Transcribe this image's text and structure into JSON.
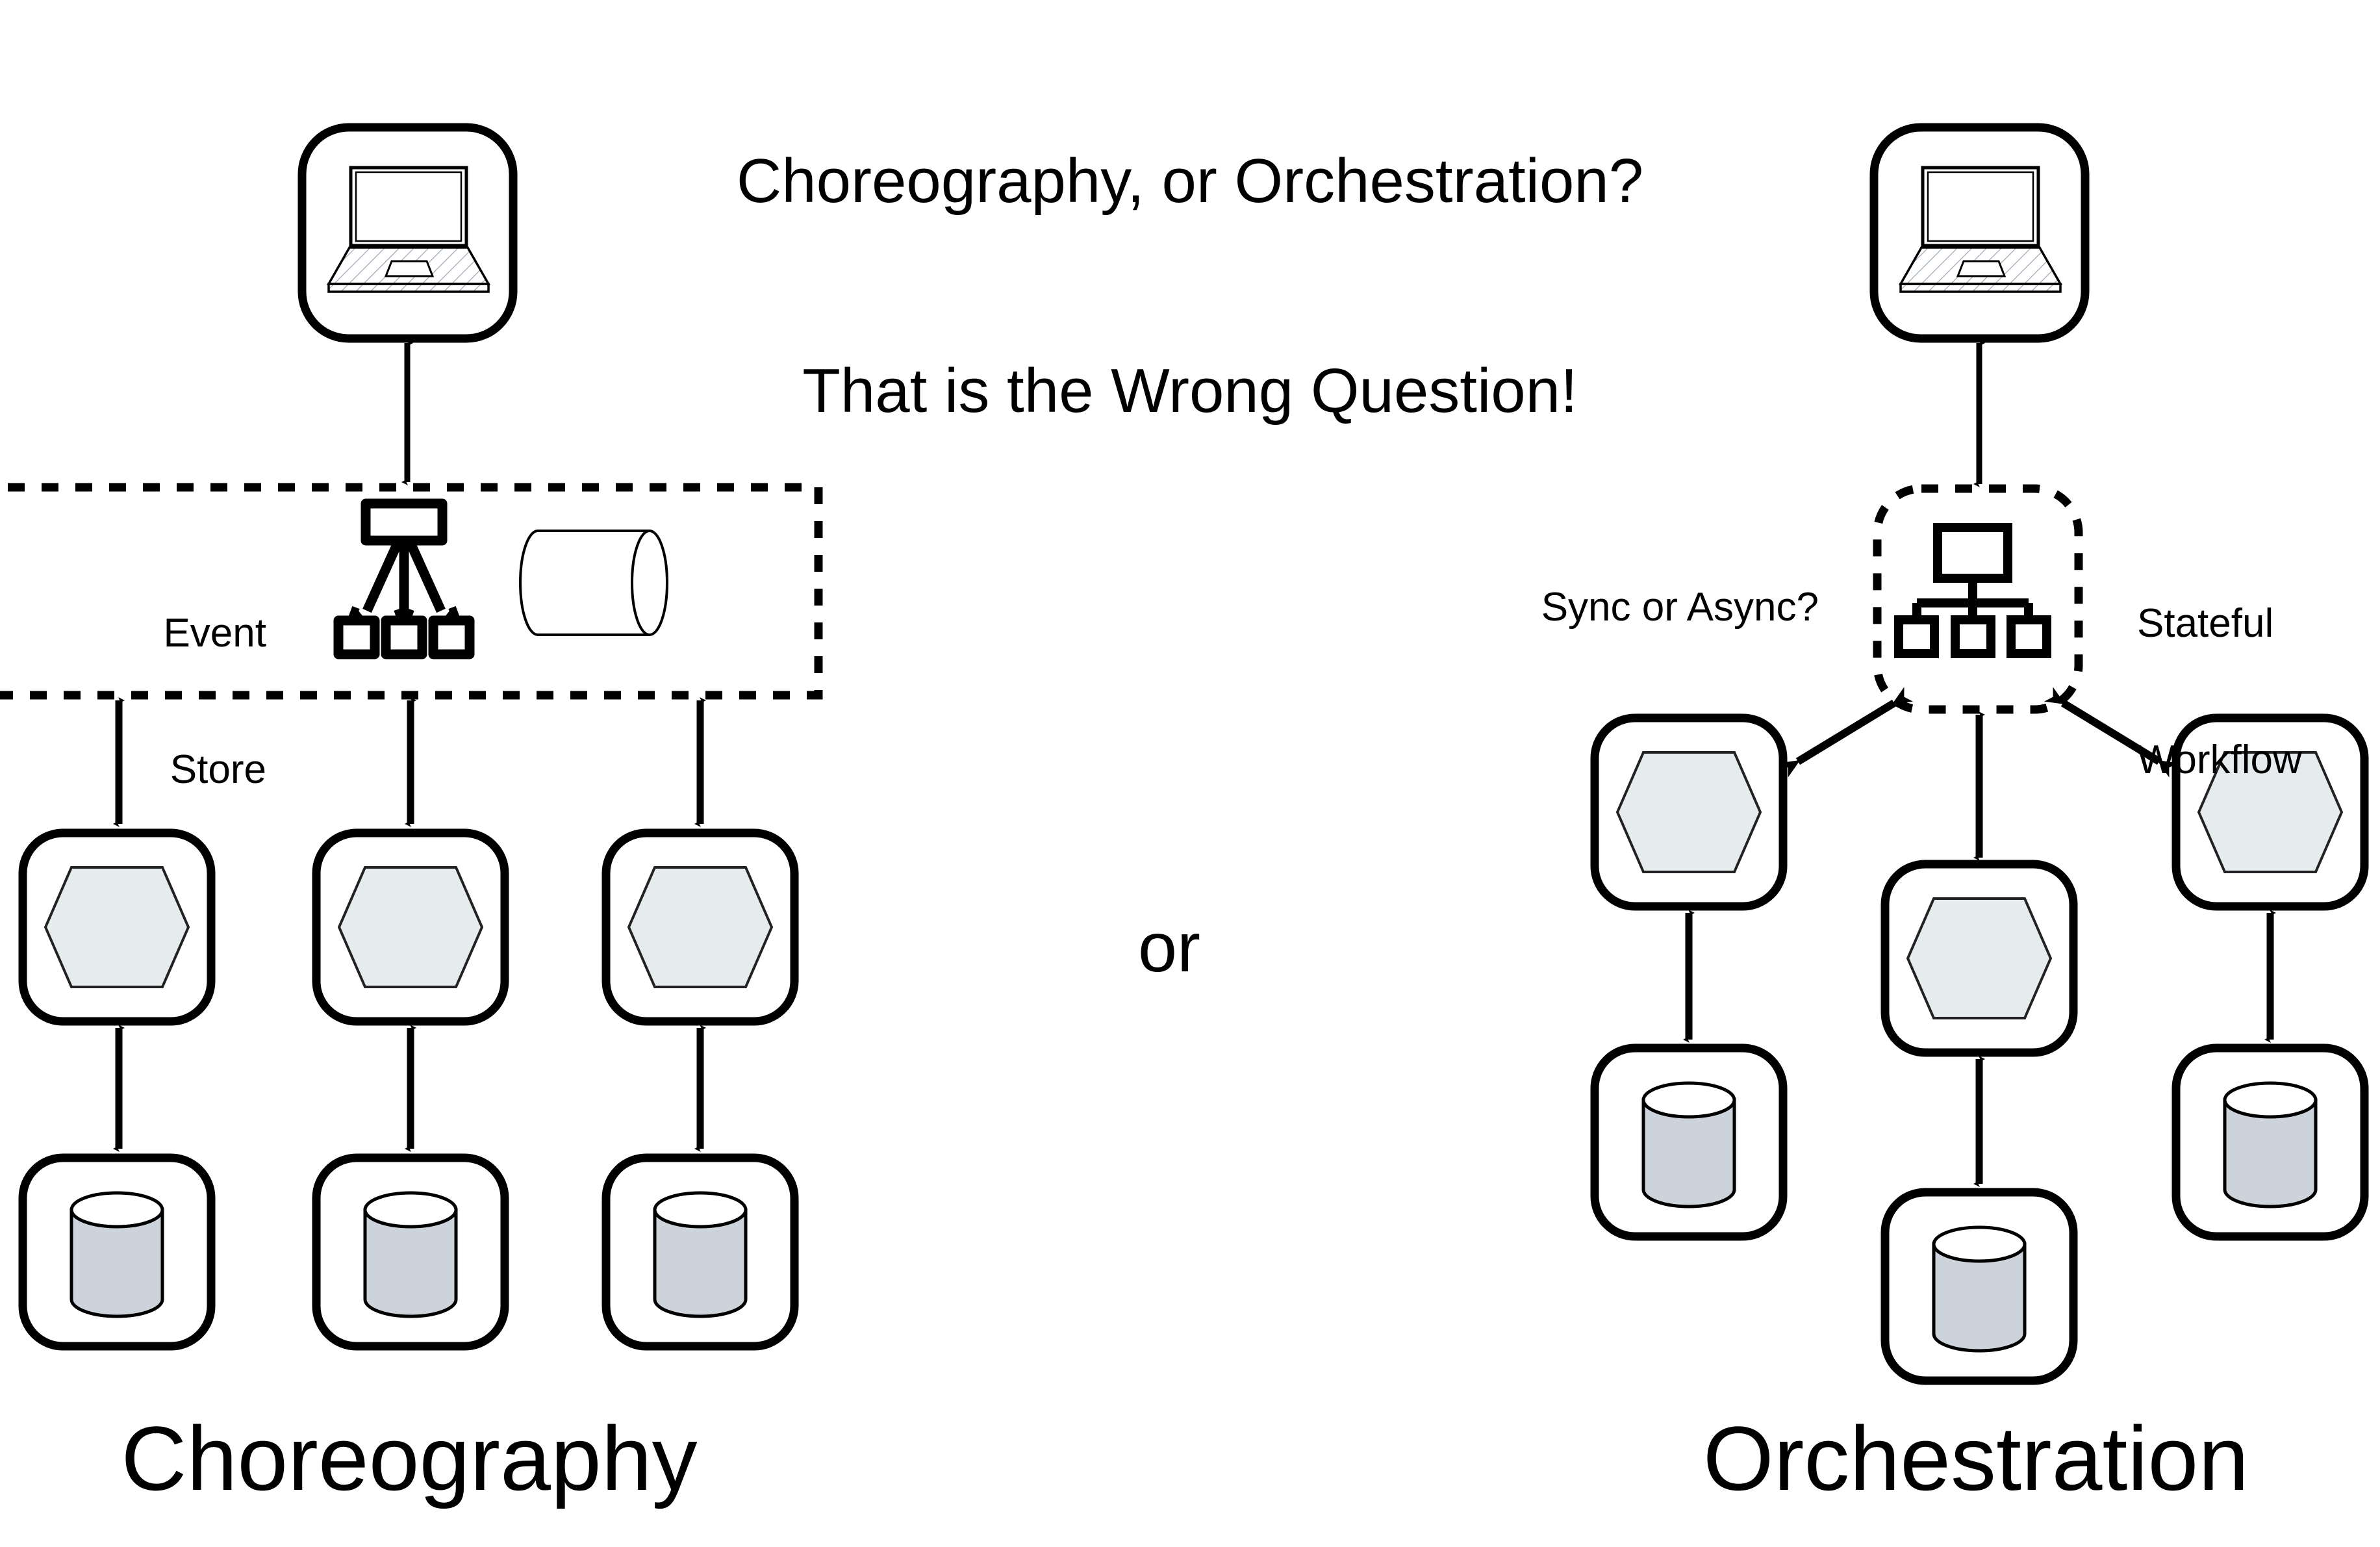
{
  "diagram": {
    "title_line1": "Choreography, or Orchestration?",
    "title_line2": "That is the Wrong Question!",
    "divider_word": "or",
    "colors": {
      "stroke": "#000000",
      "background": "#ffffff",
      "hexagon_fill": "#e6ebed",
      "cylinder_fill": "#ccd3db",
      "laptop_hatch": "#9aa6b5"
    }
  },
  "left_panel": {
    "caption": "Choreography",
    "client": {
      "icon": "laptop-icon",
      "label": ""
    },
    "event_store": {
      "label_line1": "Event",
      "label_line2": "Store",
      "icons": [
        "broadcast-fanout-icon",
        "horizontal-cylinder-icon"
      ],
      "border_style": "dashed"
    },
    "services": [
      {
        "icon": "hexagon-service-icon"
      },
      {
        "icon": "hexagon-service-icon"
      },
      {
        "icon": "hexagon-service-icon"
      }
    ],
    "databases": [
      {
        "icon": "database-cylinder-icon"
      },
      {
        "icon": "database-cylinder-icon"
      },
      {
        "icon": "database-cylinder-icon"
      }
    ]
  },
  "right_panel": {
    "caption": "Orchestration",
    "client": {
      "icon": "laptop-icon",
      "label": ""
    },
    "orchestrator": {
      "icon": "hierarchy-orgchart-icon",
      "border_style": "dashed",
      "left_annotation": "Sync or Async?",
      "right_annotation_line1": "Stateful",
      "right_annotation_line2": "Workflow"
    },
    "services": [
      {
        "icon": "hexagon-service-icon"
      },
      {
        "icon": "hexagon-service-icon"
      },
      {
        "icon": "hexagon-service-icon"
      }
    ],
    "databases": [
      {
        "icon": "database-cylinder-icon"
      },
      {
        "icon": "database-cylinder-icon"
      },
      {
        "icon": "database-cylinder-icon"
      }
    ]
  }
}
